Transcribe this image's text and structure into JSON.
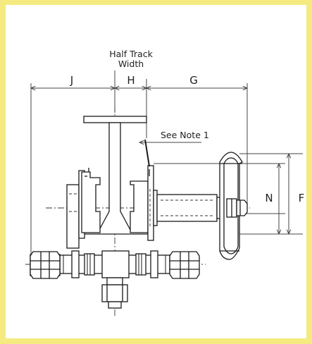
{
  "colors": {
    "border": "#f4ea7f",
    "line": "#1a1a1a",
    "dimension": "#444444",
    "background": "#ffffff"
  },
  "labels": {
    "half_track_line1": "Half Track",
    "half_track_line2": "Width",
    "dim_j": "J",
    "dim_h": "H",
    "dim_g": "G",
    "see_note": "See Note 1",
    "dim_n": "N",
    "dim_f": "F"
  }
}
